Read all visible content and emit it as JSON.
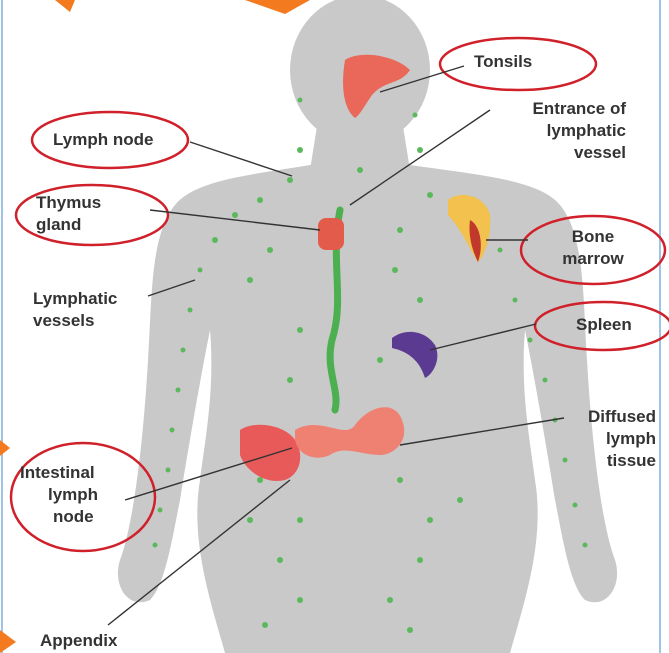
{
  "diagram": {
    "labels": {
      "tonsils": "Tonsils",
      "lymph_node": "Lymph node",
      "entrance_line1": "Entrance of",
      "entrance_line2": "lymphatic",
      "entrance_line3": "vessel",
      "thymus_line1": "Thymus",
      "thymus_line2": "gland",
      "bone_line1": "Bone",
      "bone_line2": "marrow",
      "lymphatic_line1": "Lymphatic",
      "lymphatic_line2": "vessels",
      "spleen": "Spleen",
      "diffused_line1": "Diffused",
      "diffused_line2": "lymph",
      "diffused_line3": "tissue",
      "intestinal_line1": "Intestinal",
      "intestinal_line2": "lymph",
      "intestinal_line3": "node",
      "appendix": "Appendix"
    },
    "colors": {
      "body": "#c9c9c9",
      "vessels": "#4caf50",
      "highlight_ring": "#d0202a",
      "leader_line": "#333333",
      "accent_orange": "#f47a20",
      "frame_blue": "#6fa8dc"
    }
  }
}
